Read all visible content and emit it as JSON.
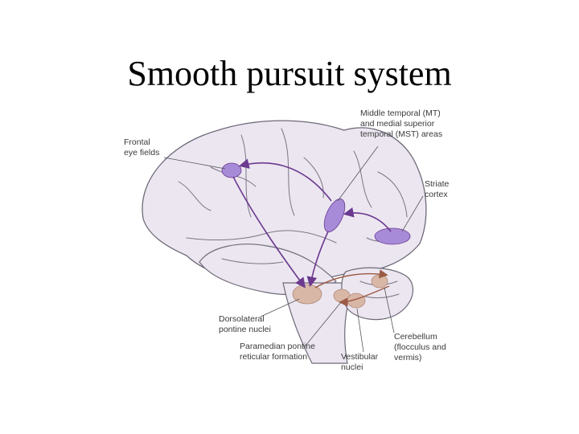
{
  "title": "Smooth pursuit system",
  "labels": {
    "frontal_eye_fields": [
      "Frontal",
      "eye fields"
    ],
    "mt_mst": [
      "Middle temporal (MT)",
      "and medial superior",
      "temporal (MST) areas"
    ],
    "striate_cortex": [
      "Striate",
      "cortex"
    ],
    "dorsolateral_pontine_nuclei": [
      "Dorsolateral",
      "pontine nuclei"
    ],
    "paramedian_pontine_reticular_formation": [
      "Paramedian pontine",
      "reticular formation"
    ],
    "vestibular_nuclei": [
      "Vestibular",
      "nuclei"
    ],
    "cerebellum": [
      "Cerebellum",
      "(flocculus and",
      "vermis)"
    ]
  },
  "colors": {
    "brain_fill": "#ece6f1",
    "brain_outline": "#6e6a78",
    "cortical_area": "#a78bd8",
    "pathway": "#6b3a8f",
    "brainstem_nuclei": "#d8b7a6",
    "cerebellar_pathway": "#9c5a45"
  }
}
